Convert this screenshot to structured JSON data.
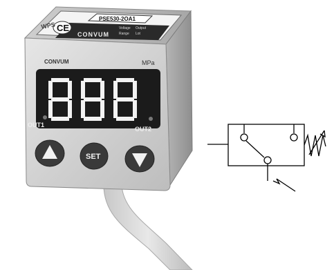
{
  "device": {
    "top_label": {
      "brand": "WPS",
      "ce_mark": "CE",
      "model": "PSE530-2OA1",
      "maker_strip": "CONVUM",
      "spec_lines": [
        "Voltage",
        "Output",
        "Range",
        "Lot"
      ]
    },
    "front": {
      "brand": "CONVUM",
      "unit": "MPa",
      "digits": "888",
      "out1_label": "OUT1",
      "out2_label": "OUT2",
      "set_label": "SET"
    },
    "buttons": {
      "up_icon": "triangle-up-icon",
      "down_icon": "triangle-down-icon"
    }
  },
  "colors": {
    "body": "#dadada",
    "body_shadow": "#a9a9a9",
    "display": "#1b1b1b",
    "segment": "#f2f2f2",
    "button": "#3a3a3a",
    "line": "#000000"
  }
}
